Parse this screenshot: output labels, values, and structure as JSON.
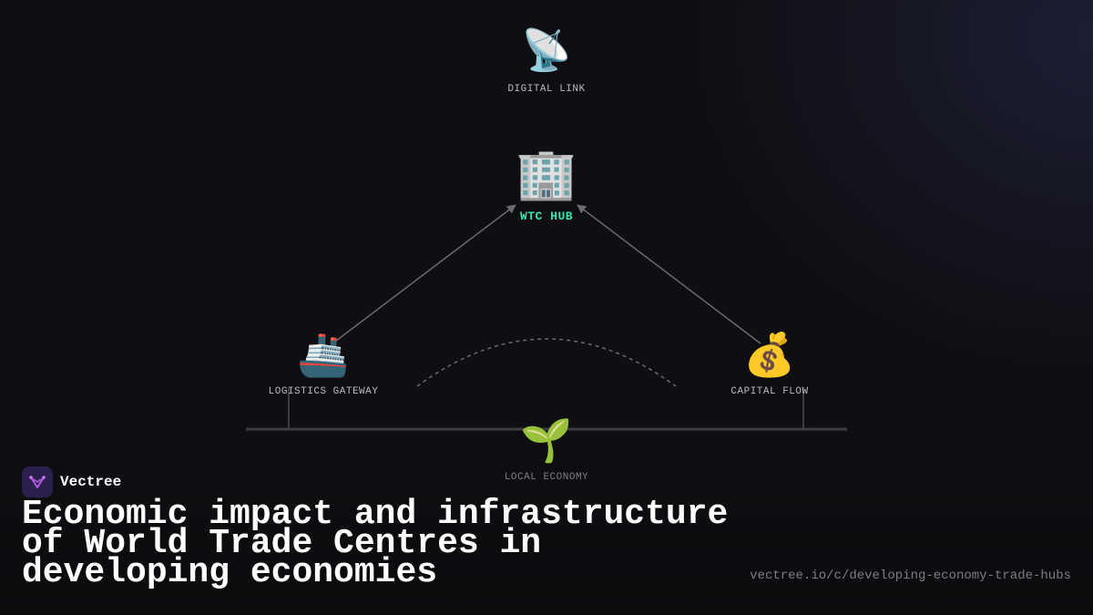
{
  "diagram": {
    "nodes": {
      "digital_link": {
        "icon": "satellite-dish-icon",
        "glyph": "📡",
        "label": "DIGITAL LINK"
      },
      "wtc_hub": {
        "icon": "office-building-icon",
        "glyph": "🏢",
        "label": "WTC HUB"
      },
      "logistics_gateway": {
        "icon": "ship-icon",
        "glyph": "🚢",
        "label": "LOGISTICS GATEWAY"
      },
      "capital_flow": {
        "icon": "money-bag-icon",
        "glyph": "💰",
        "label": "CAPITAL FLOW"
      },
      "local_economy": {
        "icon": "seedling-icon",
        "glyph": "🌱",
        "label": "LOCAL ECONOMY"
      }
    },
    "colors": {
      "hub_label": "#2ee6b0",
      "arrow": "#6a6a70",
      "label": "#b9b9c0",
      "dim_label": "#7d7d86"
    }
  },
  "brand": {
    "name": "Vectree",
    "logo_icon": "vectree-logo-icon",
    "logo_color": "#b05be0"
  },
  "title": "Economic impact and infrastructure of World Trade Centres in developing economies",
  "url": "vectree.io/c/developing-economy-trade-hubs"
}
